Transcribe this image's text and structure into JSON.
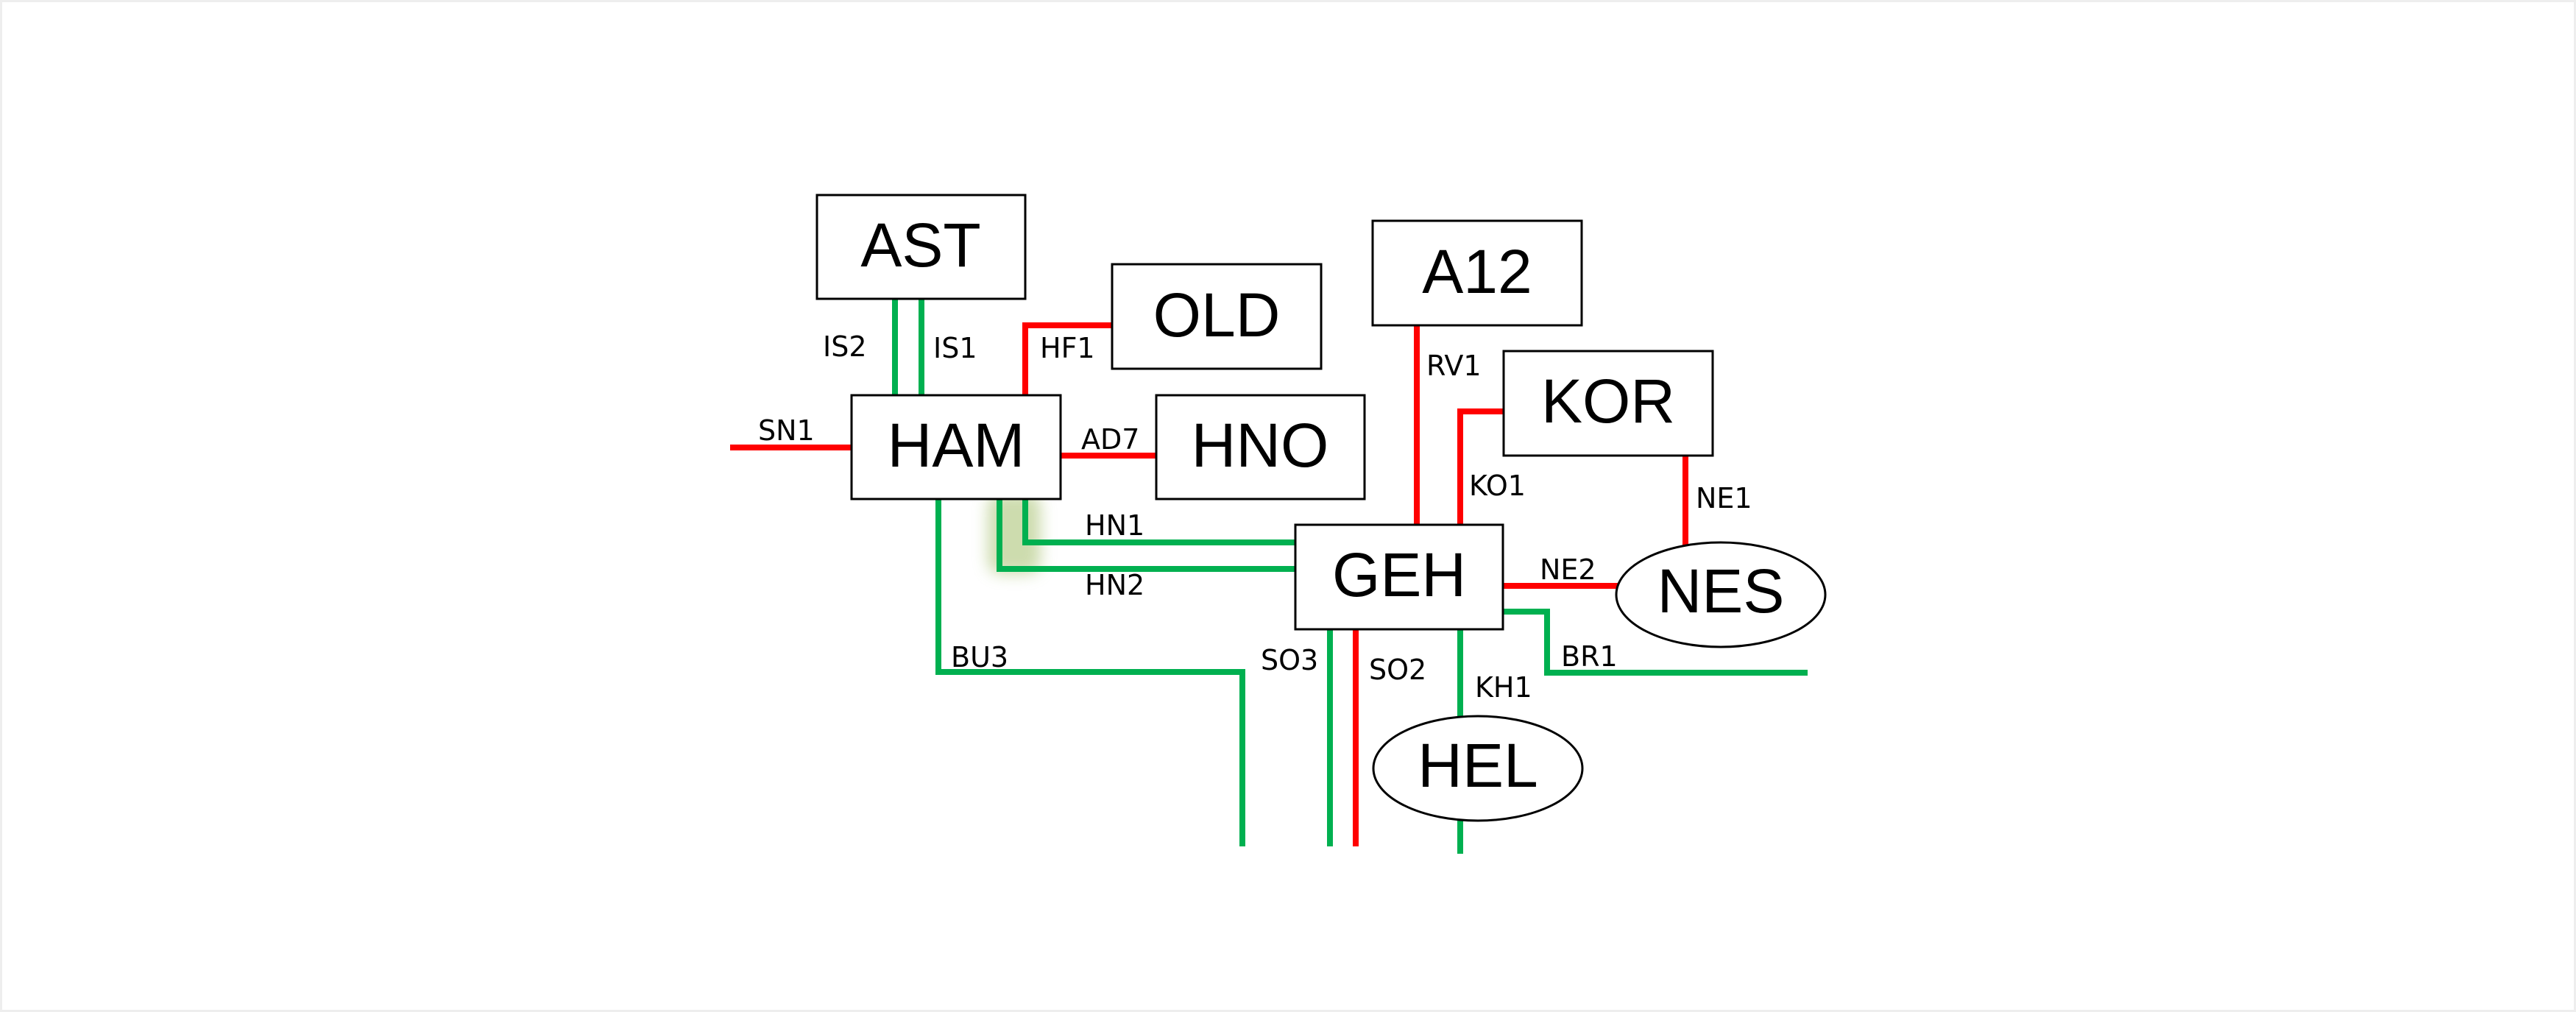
{
  "diagram": {
    "type": "network-topology",
    "colors": {
      "red_link": "#ff0000",
      "green_link": "#00b050",
      "node_border": "#000000",
      "node_fill": "#ffffff",
      "highlight_glow": "#c5d6a0"
    },
    "legend_meaning": {
      "red": "red connection",
      "green": "green connection"
    },
    "nodes": [
      {
        "id": "AST",
        "label": "AST",
        "shape": "rect"
      },
      {
        "id": "OLD",
        "label": "OLD",
        "shape": "rect"
      },
      {
        "id": "HAM",
        "label": "HAM",
        "shape": "rect"
      },
      {
        "id": "HNO",
        "label": "HNO",
        "shape": "rect"
      },
      {
        "id": "A12",
        "label": "A12",
        "shape": "rect"
      },
      {
        "id": "KOR",
        "label": "KOR",
        "shape": "rect"
      },
      {
        "id": "GEH",
        "label": "GEH",
        "shape": "rect"
      },
      {
        "id": "NES",
        "label": "NES",
        "shape": "ellipse"
      },
      {
        "id": "HEL",
        "label": "HEL",
        "shape": "ellipse"
      }
    ],
    "edges": [
      {
        "id": "IS2",
        "label": "IS2",
        "color": "green",
        "from": "AST",
        "to": "HAM"
      },
      {
        "id": "IS1",
        "label": "IS1",
        "color": "green",
        "from": "AST",
        "to": "HAM"
      },
      {
        "id": "HF1",
        "label": "HF1",
        "color": "red",
        "from": "HAM",
        "to": "OLD"
      },
      {
        "id": "SN1",
        "label": "SN1",
        "color": "red",
        "from": "HAM",
        "to": null
      },
      {
        "id": "AD7",
        "label": "AD7",
        "color": "red",
        "from": "HAM",
        "to": "HNO"
      },
      {
        "id": "HN1",
        "label": "HN1",
        "color": "green",
        "from": "HAM",
        "to": "GEH",
        "highlighted": true
      },
      {
        "id": "HN2",
        "label": "HN2",
        "color": "green",
        "from": "HAM",
        "to": "GEH",
        "highlighted": true
      },
      {
        "id": "BU3",
        "label": "BU3",
        "color": "green",
        "from": "HAM",
        "to": null
      },
      {
        "id": "RV1",
        "label": "RV1",
        "color": "red",
        "from": "A12",
        "to": "GEH"
      },
      {
        "id": "KO1",
        "label": "KO1",
        "color": "red",
        "from": "KOR",
        "to": "GEH"
      },
      {
        "id": "NE1",
        "label": "NE1",
        "color": "red",
        "from": "KOR",
        "to": "NES"
      },
      {
        "id": "NE2",
        "label": "NE2",
        "color": "red",
        "from": "GEH",
        "to": "NES"
      },
      {
        "id": "BR1",
        "label": "BR1",
        "color": "green",
        "from": "GEH",
        "to": null
      },
      {
        "id": "SO3",
        "label": "SO3",
        "color": "green",
        "from": "GEH",
        "to": null
      },
      {
        "id": "SO2",
        "label": "SO2",
        "color": "red",
        "from": "GEH",
        "to": null
      },
      {
        "id": "KH1",
        "label": "KH1",
        "color": "green",
        "from": "GEH",
        "to": "HEL"
      }
    ]
  }
}
